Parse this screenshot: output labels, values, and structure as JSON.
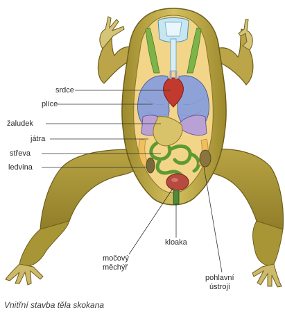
{
  "labels": {
    "heart": "srdce",
    "lungs": "plíce",
    "stomach": "žaludek",
    "liver": "játra",
    "intestines": "střeva",
    "kidney": "ledvina",
    "cloaca": "kloaka",
    "bladder_line1": "močový",
    "bladder_line2": "měchýř",
    "gonads_line1": "pohlavní",
    "gonads_line2": "ústrojí"
  },
  "caption": "Vnitřní stavba těla skokana",
  "colors": {
    "skin": "#c9b24a",
    "skin_dark": "#8f7a22",
    "skin_light": "#e6d98a",
    "lungs": "#8fa2d8",
    "liver": "#b9a1d6",
    "stomach": "#d9c36a",
    "intestines": "#7fb04a",
    "heart": "#c23a2e",
    "bladder": "#b84b3f",
    "kidney": "#7a6a3a",
    "throat": "#bfe0ef",
    "fat": "#f0c060"
  }
}
